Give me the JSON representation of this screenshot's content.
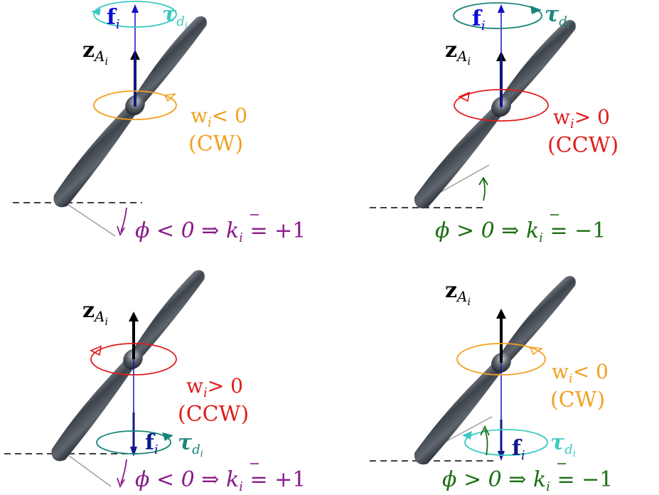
{
  "colors": {
    "blue": "#0b0bd6",
    "navy": "#0d1a8a",
    "teal": "#19857a",
    "cyan": "#3cc9c2",
    "orange": "#f2a020",
    "red": "#e01c1c",
    "purple": "#8a1a8a",
    "green": "#1c6e12",
    "black": "#000000"
  },
  "panels": [
    {
      "id": "top-left",
      "z_label": "z",
      "z_sub": "A",
      "z_subsub": "i",
      "f_label": "f",
      "f_sub": "i",
      "tau_label": "τ",
      "tau_sub": "d",
      "tau_subsub": "i",
      "w_label": "w",
      "w_sub": "i",
      "w_rel": "< 0",
      "dir_label": "(CW)",
      "phi_label": "ϕ < 0 ⇒ ",
      "k_label": "k",
      "k_sub": "i",
      "k_value": " = +1"
    },
    {
      "id": "top-right",
      "z_label": "z",
      "z_sub": "A",
      "z_subsub": "i",
      "f_label": "f",
      "f_sub": "i",
      "tau_label": "τ",
      "tau_sub": "d",
      "tau_subsub": "i",
      "w_label": "w",
      "w_sub": "i",
      "w_rel": "> 0",
      "dir_label": "(CCW)",
      "phi_label": "ϕ > 0 ⇒ ",
      "k_label": "k",
      "k_sub": "i",
      "k_value": " = −1"
    },
    {
      "id": "bottom-left",
      "z_label": "z",
      "z_sub": "A",
      "z_subsub": "i",
      "f_label": "f",
      "f_sub": "i",
      "tau_label": "τ",
      "tau_sub": "d",
      "tau_subsub": "i",
      "w_label": "w",
      "w_sub": "i",
      "w_rel": "> 0",
      "dir_label": "(CCW)",
      "phi_label": "ϕ < 0 ⇒ ",
      "k_label": "k",
      "k_sub": "i",
      "k_value": " = +1"
    },
    {
      "id": "bottom-right",
      "z_label": "z",
      "z_sub": "A",
      "z_subsub": "i",
      "f_label": "f",
      "f_sub": "i",
      "tau_label": "τ",
      "tau_sub": "d",
      "tau_subsub": "i",
      "w_label": "w",
      "w_sub": "i",
      "w_rel": "< 0",
      "dir_label": "(CW)",
      "phi_label": "ϕ > 0 ⇒ ",
      "k_label": "k",
      "k_sub": "i",
      "k_value": " = −1"
    }
  ]
}
